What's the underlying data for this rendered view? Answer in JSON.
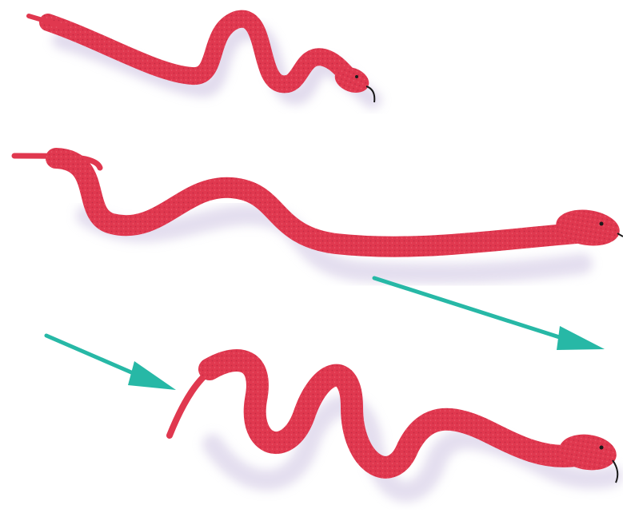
{
  "scene": {
    "background": "#ffffff",
    "subject": "snake",
    "snake_count": 3,
    "arrow_count": 2
  },
  "colors": {
    "snake_body": "#e0384f",
    "snake_shade": "#b0213a",
    "snake_highlight": "#f27a88",
    "shadow": "#c9bedf",
    "arrow": "#27b8a6",
    "tongue": "#1a1a1a"
  },
  "snakes": [
    {
      "id": "top",
      "pose": "slithering",
      "head_direction": "right"
    },
    {
      "id": "middle",
      "pose": "stretched",
      "head_direction": "right"
    },
    {
      "id": "bottom",
      "pose": "coiled-s",
      "head_direction": "right"
    }
  ],
  "arrows": [
    {
      "id": "right-arrow",
      "direction": "down-right"
    },
    {
      "id": "left-arrow",
      "direction": "down-right"
    }
  ]
}
